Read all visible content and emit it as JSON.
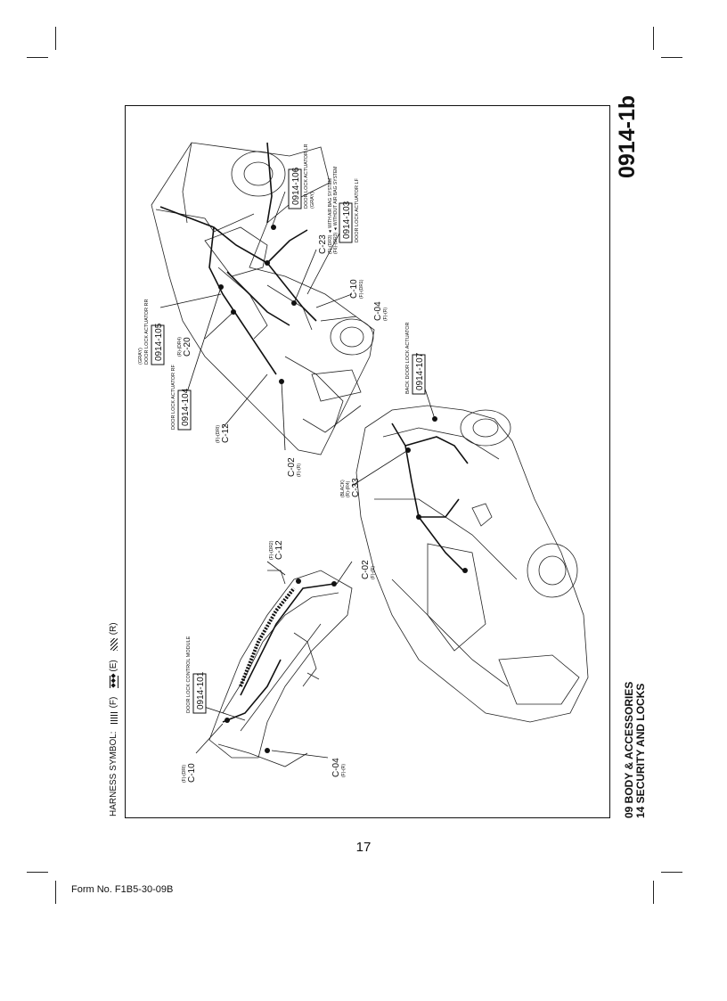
{
  "sheet_code": "0914-1b",
  "section_lines": [
    "09  BODY & ACCESSORIES",
    "14  SECURITY AND LOCKS"
  ],
  "harness_symbol": {
    "label": "HARNESS SYMBOL:",
    "items": [
      {
        "mark": "(F)",
        "pattern": "grid"
      },
      {
        "mark": "(E)",
        "pattern": "diamond"
      },
      {
        "mark": "(R)",
        "pattern": "hatch"
      }
    ]
  },
  "page_number": "17",
  "form_number": "Form No. F1B5-30-09B",
  "callouts": [
    {
      "id": "0914-101",
      "desc": "DOOR LOCK CONTROL MODULE"
    },
    {
      "id": "0914-104",
      "desc": "DOOR LOCK ACTUATOR RF"
    },
    {
      "id": "0914-105",
      "desc": "DOOR LOCK ACTUATOR RR",
      "sub": "(GRAY)"
    },
    {
      "id": "0914-106",
      "desc": "DOOR LOCK ACTUATOR LR",
      "sub": "(GRAY)"
    },
    {
      "id": "0914-103",
      "desc": "DOOR LOCK ACTUATOR LF"
    },
    {
      "id": "0914-107",
      "desc": "BACK DOOR LOCK ACTUATOR"
    }
  ],
  "connectors": {
    "c10_a": {
      "name": "C-10",
      "sub": "(F)-(DRI)"
    },
    "c04_a": {
      "name": "C-04",
      "sub": "(F)-(R)"
    },
    "c12_a": {
      "name": "C-12",
      "sub": "(F)-(DR2)"
    },
    "c02_a": {
      "name": "C-02",
      "sub": "(F)-(R)"
    },
    "c12_b": {
      "name": "C-12",
      "sub": "(F)-(DRI)"
    },
    "c02_b": {
      "name": "C-02",
      "sub": "(F)-(R)"
    },
    "c20": {
      "name": "C-20",
      "sub": "(R)-(DR4)"
    },
    "c33": {
      "name": "C-33",
      "sub": "(R)-(R4)",
      "sub2": "(BLACK)"
    },
    "c23": {
      "name": "C-23",
      "sub": "(F)-(DR3) ◄ WITH AIR BAG SYSTEM",
      "sub2": "(F6)-(DR3) ◄ WITHOUT AIR BAG SYSTEM"
    },
    "c10_b": {
      "name": "C-10",
      "sub": "(F)-(DR1)"
    },
    "c04_b": {
      "name": "C-04",
      "sub": "(F)-(R)"
    }
  }
}
